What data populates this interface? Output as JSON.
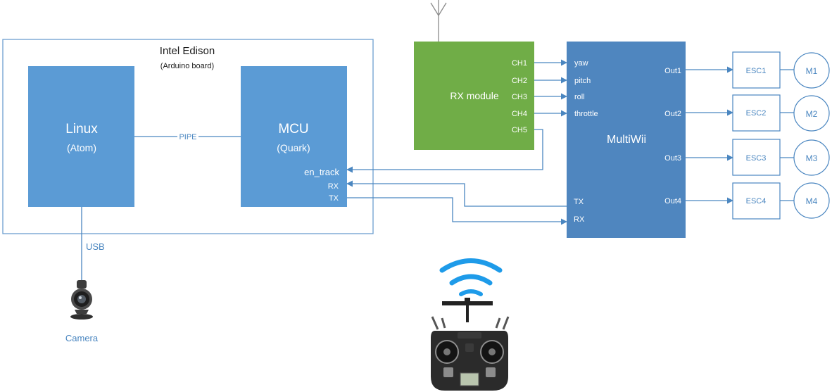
{
  "edison": {
    "title": "Intel Edison",
    "subtitle": "(Arduino board)",
    "linux": {
      "name": "Linux",
      "chip": "(Atom)"
    },
    "mcu": {
      "name": "MCU",
      "chip": "(Quark)",
      "pins": [
        "en_track",
        "RX",
        "TX"
      ]
    },
    "pipe_label": "PIPE",
    "usb_label": "USB"
  },
  "camera": {
    "label": "Camera",
    "icon": "webcam-icon"
  },
  "rx_module": {
    "name": "RX module",
    "channels": [
      "CH1",
      "CH2",
      "CH3",
      "CH4",
      "CH5"
    ],
    "icon": "antenna-icon"
  },
  "multiwii": {
    "name": "MultiWii",
    "inputs": [
      "yaw",
      "pitch",
      "roll",
      "throttle"
    ],
    "serial": [
      "TX",
      "RX"
    ],
    "outputs": [
      "Out1",
      "Out2",
      "Out3",
      "Out4"
    ]
  },
  "escs": [
    "ESC1",
    "ESC2",
    "ESC3",
    "ESC4"
  ],
  "motors": [
    "M1",
    "M2",
    "M3",
    "M4"
  ],
  "transmitter": {
    "icon": "rc-transmitter-icon",
    "signal_icon": "wifi-signal-icon"
  },
  "colors": {
    "box_blue": "#5b9bd5",
    "multiwii_blue": "#4f86bf",
    "rx_green": "#70ad47",
    "wire": "#4a86c0",
    "edison_border": "#6d9fd0"
  }
}
